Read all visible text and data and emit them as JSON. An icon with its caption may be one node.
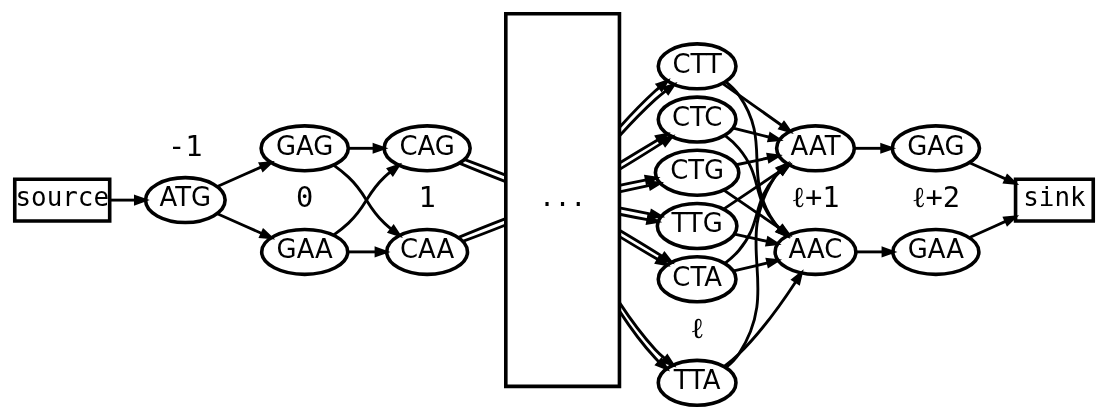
{
  "diagram": {
    "nodes": [
      {
        "text": [
          "source"
        ]
      },
      {
        "text": [
          "ATG"
        ]
      },
      {
        "text": [
          "GAA"
        ]
      },
      {
        "text": [
          "GAG"
        ]
      },
      {
        "text": [
          "CAA"
        ]
      },
      {
        "text": [
          "CAG"
        ]
      },
      {
        "text": [
          "..."
        ]
      },
      {
        "text": [
          "TTA"
        ]
      },
      {
        "text": [
          "TTG"
        ]
      },
      {
        "text": [
          "CTA"
        ]
      },
      {
        "text": [
          "CTT"
        ]
      },
      {
        "text": [
          "CTC"
        ]
      },
      {
        "text": [
          "CTG"
        ]
      },
      {
        "text": [
          "AAC"
        ]
      },
      {
        "text": [
          "AAT"
        ]
      },
      {
        "text": [
          "GAA"
        ]
      },
      {
        "text": [
          "GAG"
        ]
      },
      {
        "text": [
          "sink"
        ]
      }
    ],
    "edges": [
      {
        "from": 0,
        "to": 1,
        "arrow": "to"
      },
      {
        "from": 1,
        "to": 2,
        "arrow": "to"
      },
      {
        "from": 1,
        "to": 3,
        "arrow": "to"
      },
      {
        "from": 2,
        "to": 4,
        "arrow": "to"
      },
      {
        "from": 2,
        "to": 5,
        "arrow": "to"
      },
      {
        "from": 3,
        "to": 4,
        "arrow": "to"
      },
      {
        "from": 3,
        "to": 5,
        "arrow": "to"
      },
      {
        "from": 4,
        "to": 6,
        "arrow": "none"
      },
      {
        "from": 4,
        "to": 6,
        "arrow": "none"
      },
      {
        "from": 5,
        "to": 6,
        "arrow": "none"
      },
      {
        "from": 5,
        "to": 6,
        "arrow": "none"
      },
      {
        "from": 6,
        "to": 7,
        "arrow": "to"
      },
      {
        "from": 6,
        "to": 7,
        "arrow": "to"
      },
      {
        "from": 6,
        "to": 8,
        "arrow": "to"
      },
      {
        "from": 6,
        "to": 8,
        "arrow": "to"
      },
      {
        "from": 6,
        "to": 9,
        "arrow": "to"
      },
      {
        "from": 6,
        "to": 9,
        "arrow": "to"
      },
      {
        "from": 6,
        "to": 10,
        "arrow": "to"
      },
      {
        "from": 6,
        "to": 10,
        "arrow": "to"
      },
      {
        "from": 6,
        "to": 11,
        "arrow": "to"
      },
      {
        "from": 6,
        "to": 11,
        "arrow": "to"
      },
      {
        "from": 6,
        "to": 12,
        "arrow": "to"
      },
      {
        "from": 6,
        "to": 12,
        "arrow": "to"
      },
      {
        "from": 7,
        "to": 13,
        "arrow": "to"
      },
      {
        "from": 7,
        "to": 14,
        "arrow": "to"
      },
      {
        "from": 8,
        "to": 13,
        "arrow": "to"
      },
      {
        "from": 8,
        "to": 14,
        "arrow": "to"
      },
      {
        "from": 9,
        "to": 13,
        "arrow": "to"
      },
      {
        "from": 9,
        "to": 14,
        "arrow": "to"
      },
      {
        "from": 10,
        "to": 13,
        "arrow": "to"
      },
      {
        "from": 10,
        "to": 14,
        "arrow": "to"
      },
      {
        "from": 11,
        "to": 13,
        "arrow": "to"
      },
      {
        "from": 11,
        "to": 14,
        "arrow": "to"
      },
      {
        "from": 12,
        "to": 13,
        "arrow": "to"
      },
      {
        "from": 12,
        "to": 14,
        "arrow": "to"
      },
      {
        "from": 13,
        "to": 15,
        "arrow": "to"
      },
      {
        "from": 14,
        "to": 16,
        "arrow": "to"
      },
      {
        "from": 15,
        "to": 17,
        "arrow": "to"
      },
      {
        "from": 16,
        "to": 17,
        "arrow": "to"
      }
    ],
    "labels": [
      "ℓ",
      "ℓ+1",
      "ℓ+2",
      "-1",
      "0",
      "1"
    ]
  }
}
